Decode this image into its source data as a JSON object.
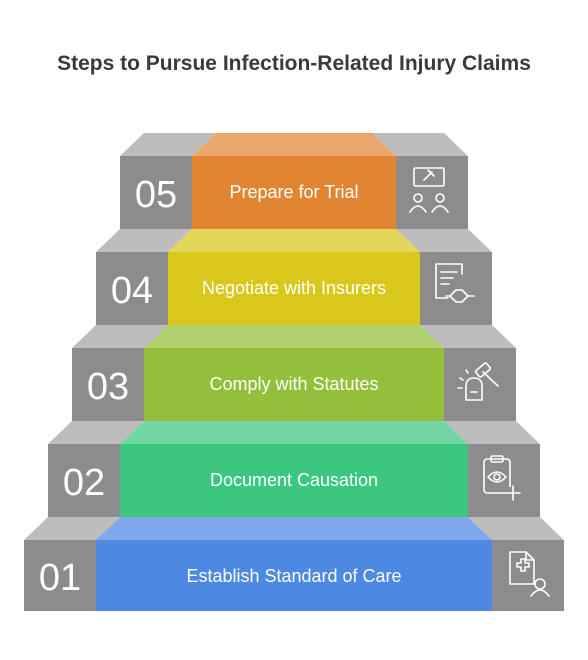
{
  "title": "Steps to Pursue Infection-Related Injury Claims",
  "steps": [
    {
      "number": "05",
      "label": "Prepare for Trial",
      "color": "#E28533",
      "icon": "trial-meeting-icon"
    },
    {
      "number": "04",
      "label": "Negotiate with Insurers",
      "color": "#D8C81C",
      "icon": "contract-handshake-icon"
    },
    {
      "number": "03",
      "label": "Comply with Statutes",
      "color": "#93BF3A",
      "icon": "gavel-alarm-icon"
    },
    {
      "number": "02",
      "label": "Document Causation",
      "color": "#3BC87E",
      "icon": "clipboard-eye-icon"
    },
    {
      "number": "01",
      "label": "Establish Standard of Care",
      "color": "#4D88E3",
      "icon": "medical-file-user-icon"
    }
  ],
  "colors": {
    "side": "#8C8C8C",
    "side_top": "#BDBDBD"
  }
}
